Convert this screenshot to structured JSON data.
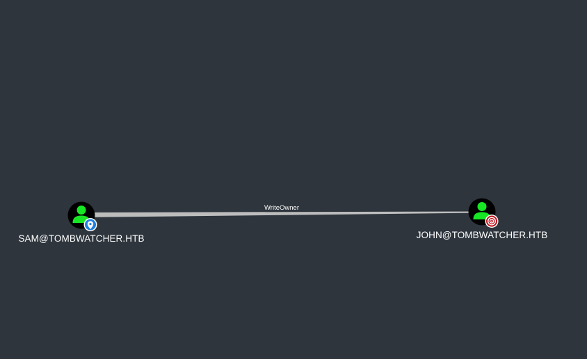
{
  "graph": {
    "nodes": [
      {
        "id": "sam",
        "label": "SAM@TOMBWATCHER.HTB",
        "type": "user",
        "icon": "user-icon",
        "badge": "location-pin-icon",
        "badge_color": "#1f7fe0",
        "role": "start"
      },
      {
        "id": "john",
        "label": "JOHN@TOMBWATCHER.HTB",
        "type": "user",
        "icon": "user-icon",
        "badge": "target-icon",
        "badge_color": "#c0141d",
        "role": "target"
      }
    ],
    "edges": [
      {
        "from": "sam",
        "to": "john",
        "label": "WriteOwner"
      }
    ]
  },
  "colors": {
    "background": "#2e353d",
    "user_node_fill": "#17e625",
    "node_circle": "#000000",
    "edge": "#bdbdbd",
    "text": "#ffffff"
  }
}
